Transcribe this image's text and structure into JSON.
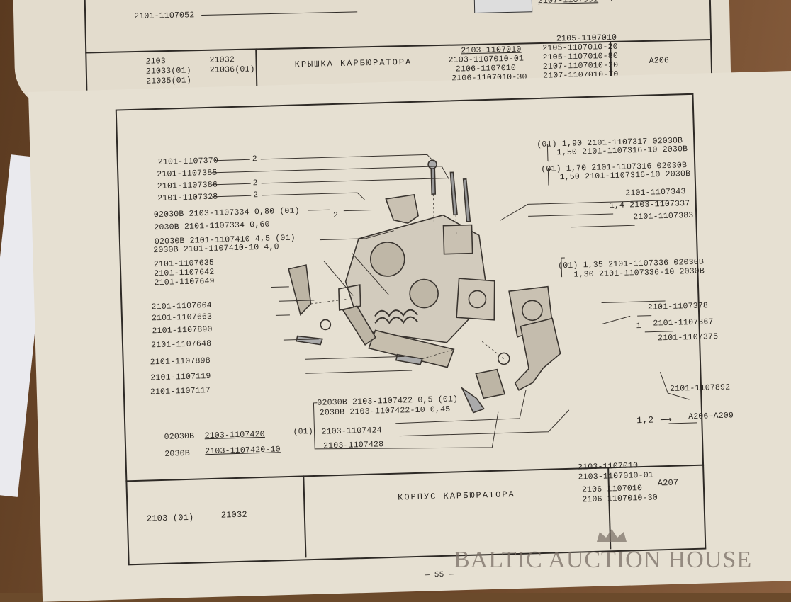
{
  "top_section": {
    "part_row": "2101-1107052",
    "partial_label": "2107-1107991",
    "partial_count": "2",
    "models": [
      "2103",
      "21032",
      "21033(01)",
      "21036(01)",
      "21035(01)"
    ],
    "title": "КРЫШКА КАРБЮРАТОРА",
    "codes_col1": [
      "2103-1107010",
      "2103-1107010-01",
      "2106-1107010",
      "2106-1107010-30"
    ],
    "codes_col2": [
      "2105-1107010",
      "2105-1107010-20",
      "2105-1107010-80",
      "2107-1107010-20",
      "2107-1107010-70"
    ],
    "page_ref": "А206"
  },
  "labels_left": [
    {
      "code": "2101-1107370",
      "qty": "2"
    },
    {
      "code": "2101-1107385",
      "qty": ""
    },
    {
      "code": "2101-1107386",
      "qty": "2"
    },
    {
      "code": "2101-1107328",
      "qty": "2"
    }
  ],
  "jet_group": {
    "row1": "02030В 2103-1107334 0,80 (01)",
    "row2": "2030В  2101-1107334 0,60",
    "qty": "2"
  },
  "jet_group2": {
    "row1": "02030В 2101-1107410      4,5 (01)",
    "row2": "2030В 2101-1107410-10 4,0"
  },
  "labels_left2": [
    "2101-1107635",
    "2101-1107642",
    "2101-1107649",
    "2101-1107664",
    "2101-1107663",
    "2101-1107890",
    "2101-1107648",
    "2101-1107898",
    "2101-1107119",
    "2101-1107117"
  ],
  "labels_right_top": {
    "g1_row1": "(01) 1,90 2101-1107317    02030В",
    "g1_row2": "1,50 2101-1107316-10  2030В",
    "g2_row1": "(01) 1,70 2101-1107316     02030В",
    "g2_row2": "1,50 2101-1107316-10  2030В",
    "a": "2101-1107343",
    "b": "1,4  2103-1107337",
    "c": "2101-1107383",
    "g3_row1": "(01) 1,35 2101-1107336    02030В",
    "g3_row2": "1,30 2101-1107336-10  2030В"
  },
  "labels_right_bottom": {
    "a": "2101-1107378",
    "b_qty": "1",
    "b": "2101-1107367",
    "c": "2101-1107375",
    "d": "2101-1107892",
    "ref": "1,2",
    "ref_target": "А206–А209"
  },
  "labels_bottom": {
    "g1_row1": "02030В 2103-1107422     0,5 (01)",
    "g1_row2": "2030В  2103-1107422-10 0,45",
    "a": "2103-1107424",
    "b": "2103-1107428",
    "c_prefix": "02030В",
    "c_code": "2103-1107420",
    "c_suffix": "(01)",
    "d_prefix": "2030В",
    "d_code": "2103-1107420-10"
  },
  "footer": {
    "models_a": "2103 (01)",
    "models_b": "21032",
    "title": "КОРПУС КАРБЮРАТОРА",
    "codes": [
      "2103-1107010",
      "2103-1107010-01",
      "2106-1107010",
      "2106-1107010-30"
    ],
    "page_ref": "А207",
    "page_number": "— 55 —"
  },
  "watermark": "BALTIC AUCTION HOUSE"
}
